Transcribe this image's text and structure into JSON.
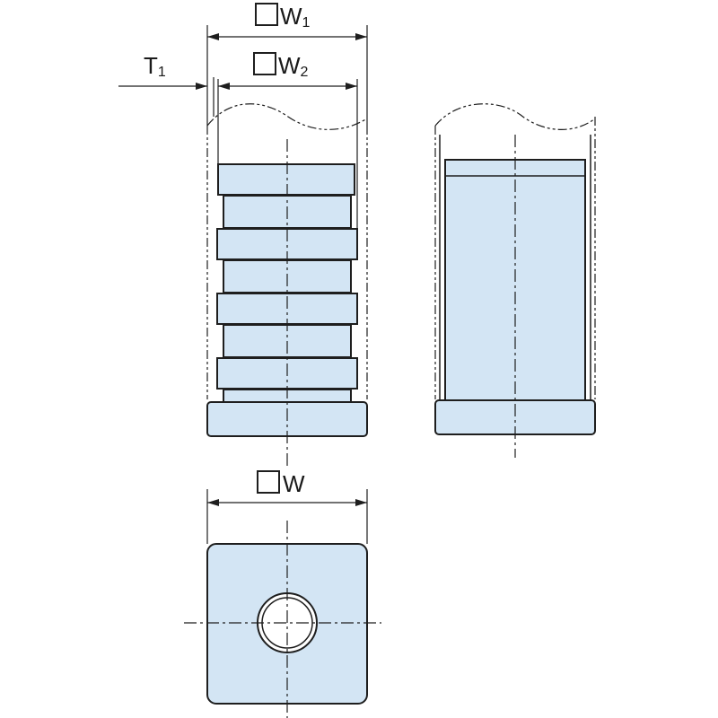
{
  "labels": {
    "w1": {
      "box": "□",
      "main": "W",
      "sub": "1"
    },
    "w2": {
      "box": "□",
      "main": "W",
      "sub": "2"
    },
    "t1": {
      "main": "T",
      "sub": "1"
    },
    "w": {
      "box": "□",
      "main": "W"
    }
  },
  "colors": {
    "fill": "#d3e5f4",
    "line": "#1e1e1e",
    "background": "#ffffff"
  }
}
